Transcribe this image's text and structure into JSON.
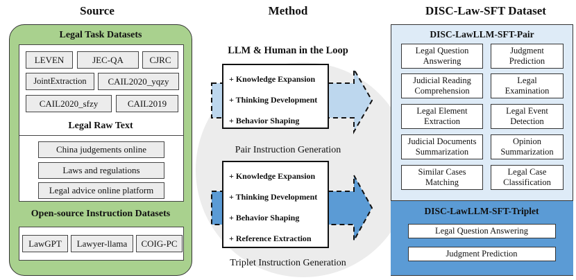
{
  "source": {
    "title": "Source",
    "legal_task": {
      "title": "Legal Task Datasets",
      "items": [
        "LEVEN",
        "JEC-QA",
        "CJRC",
        "JointExtraction",
        "CAIL2020_yqzy",
        "CAIL2020_sfzy",
        "CAIL2019"
      ]
    },
    "raw_text": {
      "title": "Legal Raw Text",
      "items": [
        "China judgements online",
        "Laws and regulations",
        "Legal advice online platform"
      ]
    },
    "open_source": {
      "title": "Open-source Instruction Datasets",
      "items": [
        "LawGPT",
        "Lawyer-llama",
        "COIG-PC"
      ]
    },
    "colors": {
      "panel": "#a9d18e"
    }
  },
  "method": {
    "title": "Method",
    "loop_title": "LLM & Human in the Loop",
    "pair": {
      "items": [
        "+ Knowledge Expansion",
        "+ Thinking Development",
        "+ Behavior Shaping"
      ],
      "caption": "Pair Instruction Generation"
    },
    "triplet": {
      "items": [
        "+ Knowledge Expansion",
        "+ Thinking Development",
        "+ Behavior Shaping",
        "+ Reference Extraction"
      ],
      "caption": "Triplet Instruction Generation"
    },
    "colors": {
      "pair_arrow": "#bdd7ee",
      "triplet_arrow": "#5b9bd5",
      "circle": "#ececec"
    }
  },
  "dataset": {
    "title": "DISC-Law-SFT Dataset",
    "pair": {
      "title": "DISC-LawLLM-SFT-Pair",
      "tasks": [
        [
          "Legal Question",
          "Answering"
        ],
        [
          "Judgment",
          "Prediction"
        ],
        [
          "Judicial Reading",
          "Comprehension"
        ],
        [
          "Legal",
          "Examination"
        ],
        [
          "Legal Element",
          "Extraction"
        ],
        [
          "Legal Event",
          "Detection"
        ],
        [
          "Judicial Documents",
          "Summarization"
        ],
        [
          "Opinion",
          "Summarization"
        ],
        [
          "Similar Cases",
          "Matching"
        ],
        [
          "Legal Case",
          "Classification"
        ]
      ]
    },
    "triplet": {
      "title": "DISC-LawLLM-SFT-Triplet",
      "tasks": [
        "Legal Question Answering",
        "Judgment Prediction"
      ]
    },
    "colors": {
      "pair_bg": "#deebf7",
      "triplet_bg": "#5b9bd5"
    }
  }
}
